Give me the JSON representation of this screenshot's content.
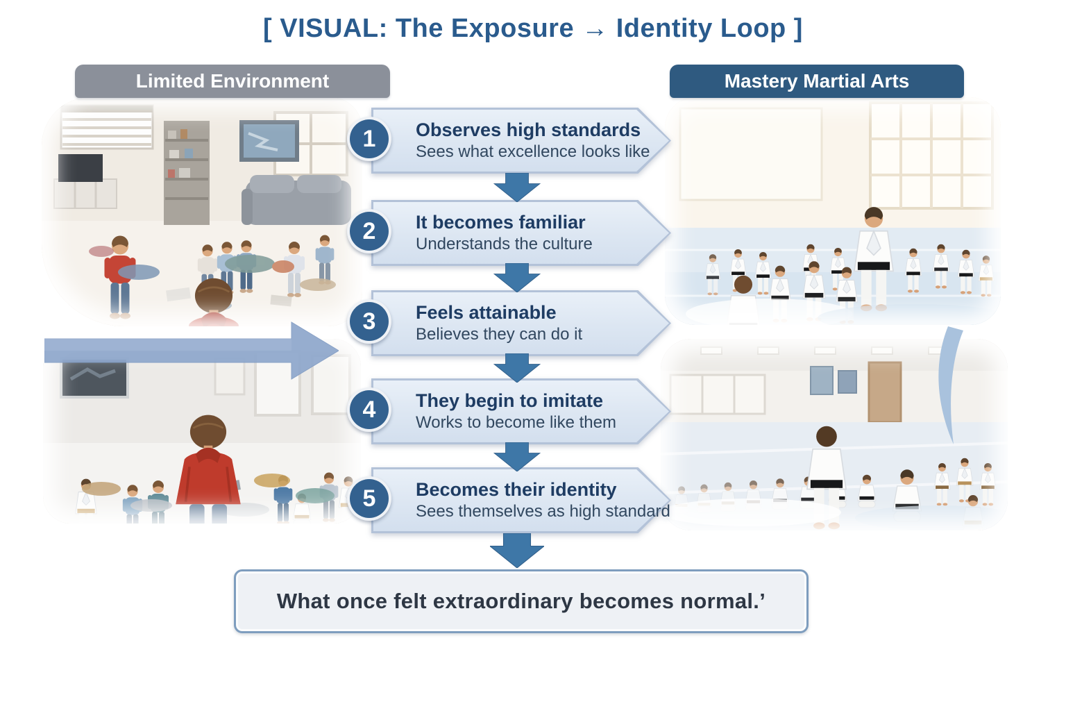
{
  "title": "[ VISUAL: The Exposure → Identity Loop ]",
  "left_panel": {
    "header": "Limited Environment"
  },
  "right_panel": {
    "header": "Mastery Martial Arts"
  },
  "steps": [
    {
      "number": "1",
      "title": "Observes high standards",
      "subtitle": "Sees what excellence looks like"
    },
    {
      "number": "2",
      "title": "It becomes familiar",
      "subtitle": "Understands the culture"
    },
    {
      "number": "3",
      "title": "Feels attainable",
      "subtitle": "Believes they can do it"
    },
    {
      "number": "4",
      "title": "They begin to imitate",
      "subtitle": "Works to become like them"
    },
    {
      "number": "5",
      "title": "Becomes their identity",
      "subtitle": "Sees themselves as high standard"
    }
  ],
  "conclusion": "What once felt extraordinary becomes normal.’",
  "panels": {
    "top_left": "messy living room with children playing",
    "bottom_left": "boy in red hoodie watching peers in cluttered room",
    "top_right": "children training in martial arts dojo",
    "bottom_right": "students kneeling in rows in dojo"
  },
  "icons": {
    "down_arrow": "down-arrow between steps",
    "flow_arrow": "right-arrow from limited environment to steps",
    "swoosh": "curved-swoosh into dojo scene"
  },
  "colors": {
    "title_blue": "#2a5b8d",
    "header_gray": "#8b909a",
    "header_blue": "#2f5a80",
    "step_box_fill": "#dce6f2",
    "step_box_border": "#b3c2d8",
    "step_number_circle": "#33618f",
    "step_title_text": "#1e3c63",
    "step_subtitle_text": "#31475f",
    "arrow_blue": "#3e77a7",
    "flow_arrow_blue": "#8ea7cc",
    "conclusion_border": "#7e9dbe",
    "conclusion_text": "#2e3744"
  }
}
